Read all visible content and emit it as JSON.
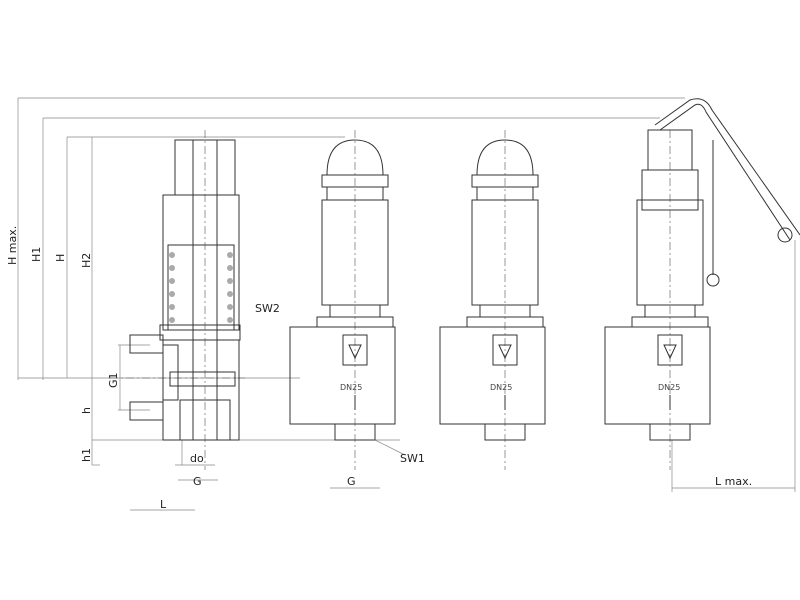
{
  "labels": {
    "h_max": "H max.",
    "h1_upper": "H1",
    "h": "H",
    "h2": "H2",
    "g1": "G1",
    "h_lower": "h",
    "h1_lower": "h1",
    "do": "do",
    "g_section": "G",
    "l": "L",
    "sw2": "SW2",
    "sw1": "SW1",
    "g_side": "G",
    "l_max": "L max."
  },
  "nominal": [
    "DN25",
    "DN25",
    "DN25"
  ]
}
